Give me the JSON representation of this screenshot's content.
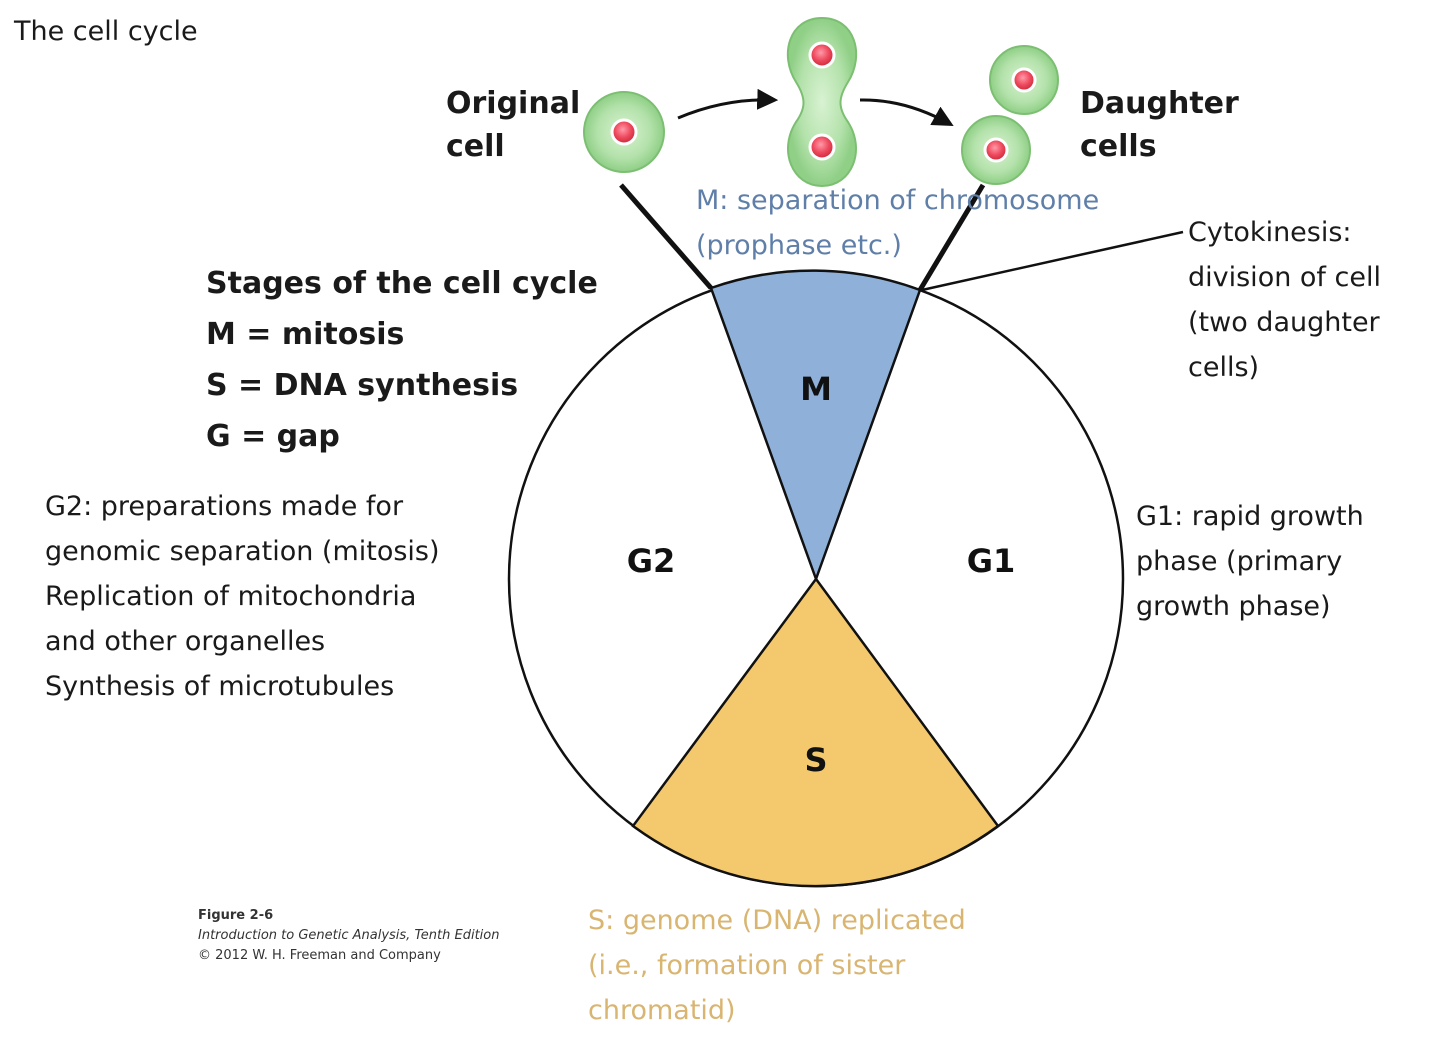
{
  "page_title": "The cell cycle",
  "cell_division": {
    "original_label": [
      "Original",
      "cell"
    ],
    "daughter_label": [
      "Daughter",
      "cells"
    ]
  },
  "legend": {
    "heading": "Stages of the cell cycle",
    "lines": [
      "M = mitosis",
      "S = DNA synthesis",
      "G = gap"
    ]
  },
  "phases": {
    "m": "M",
    "s": "S",
    "g1": "G1",
    "g2": "G2"
  },
  "annotations": {
    "m_note": [
      "M: separation of chromosome",
      "(prophase etc.)"
    ],
    "cytokinesis": [
      "Cytokinesis:",
      "division of cell",
      "(two daughter",
      "cells)"
    ],
    "g1_note": [
      "G1: rapid growth",
      "phase (primary",
      "growth phase)"
    ],
    "g2_note": [
      "G2: preparations made for",
      "genomic separation (mitosis)",
      "Replication of mitochondria",
      "and other organelles",
      "Synthesis of microtubules"
    ],
    "s_note": [
      "S: genome (DNA) replicated",
      "(i.e., formation of sister",
      "chromatid)"
    ]
  },
  "figure_caption": {
    "number": "Figure 2-6",
    "book": "Introduction to Genetic Analysis, Tenth Edition",
    "copyright": "© 2012 W. H. Freeman and Company"
  },
  "colors": {
    "m_sector": "#8fb1d9",
    "s_sector": "#f4c96e",
    "cell_fill": "#a8dca0",
    "nucleus": "#e8475a",
    "m_note_text": "#5f7fa8",
    "s_note_text": "#d9b572"
  }
}
